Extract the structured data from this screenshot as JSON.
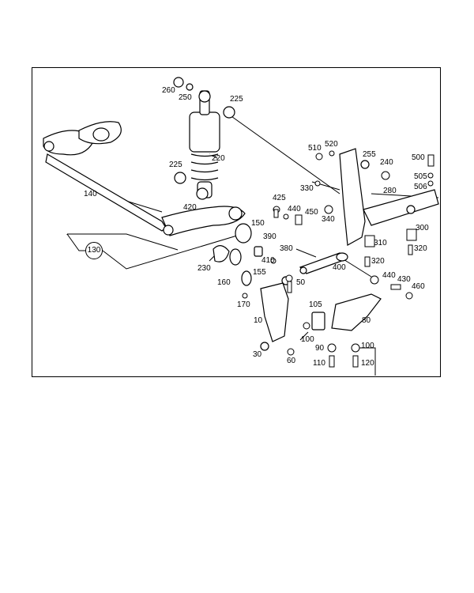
{
  "diagram": {
    "labels": {
      "l10": "10",
      "l30": "30",
      "l50": "50",
      "l60": "60",
      "l80": "80",
      "l90": "90",
      "l100a": "100",
      "l100b": "100",
      "l105": "105",
      "l110": "110",
      "l120": "120",
      "l130": "130",
      "l140": "140",
      "l150": "150",
      "l155": "155",
      "l160": "160",
      "l170": "170",
      "l220": "220",
      "l225a": "225",
      "l225b": "225",
      "l230": "230",
      "l240": "240",
      "l250": "250",
      "l255": "255",
      "l260": "260",
      "l280": "280",
      "l300": "300",
      "l310": "310",
      "l320a": "320",
      "l320b": "320",
      "l330": "330",
      "l340": "340",
      "l380": "380",
      "l390": "390",
      "l400": "400",
      "l410": "410",
      "l420": "420",
      "l425": "425",
      "l430": "430",
      "l440a": "440",
      "l440b": "440",
      "l450": "450",
      "l460": "460",
      "l500": "500",
      "l505": "505",
      "l506": "506",
      "l510": "510",
      "l520": "520"
    }
  }
}
